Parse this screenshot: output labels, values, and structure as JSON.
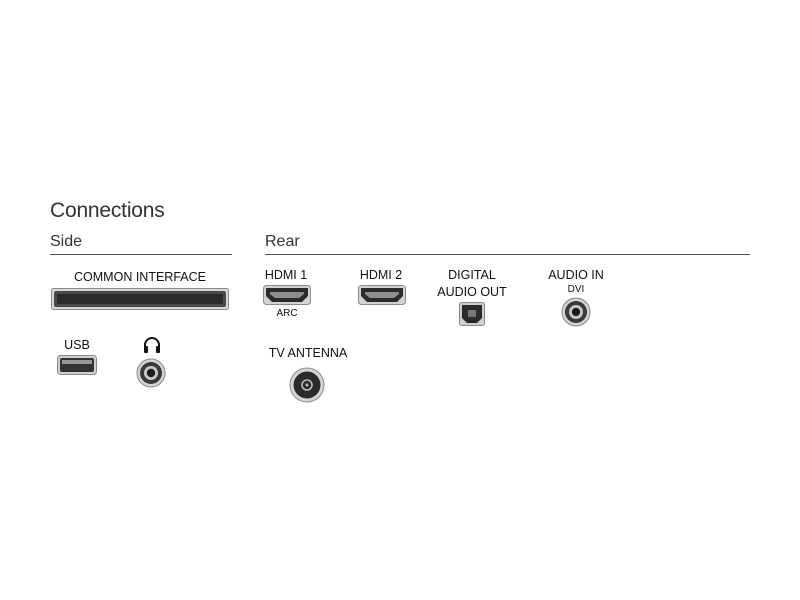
{
  "title": "Connections",
  "sections": {
    "side": {
      "label": "Side",
      "common_interface": "COMMON INTERFACE",
      "usb": "USB"
    },
    "rear": {
      "label": "Rear",
      "hdmi1": "HDMI 1",
      "hdmi1_sub": "ARC",
      "hdmi2": "HDMI 2",
      "digital_line1": "DIGITAL",
      "digital_line2": "AUDIO OUT",
      "audio_in": "AUDIO IN",
      "audio_in_sub": "DVI",
      "tv_antenna": "TV ANTENNA"
    }
  },
  "icons": {
    "headphone": "headphone-icon",
    "usb_port": "usb-port-icon",
    "ci_slot": "common-interface-slot-icon",
    "hdmi_port": "hdmi-port-icon",
    "optical_port": "optical-port-icon",
    "jack_port": "audio-jack-icon",
    "antenna_port": "coax-antenna-icon"
  },
  "colors": {
    "port_fill": "#2b2b2b",
    "port_frame": "#9a9a9a",
    "rule": "#555555"
  }
}
